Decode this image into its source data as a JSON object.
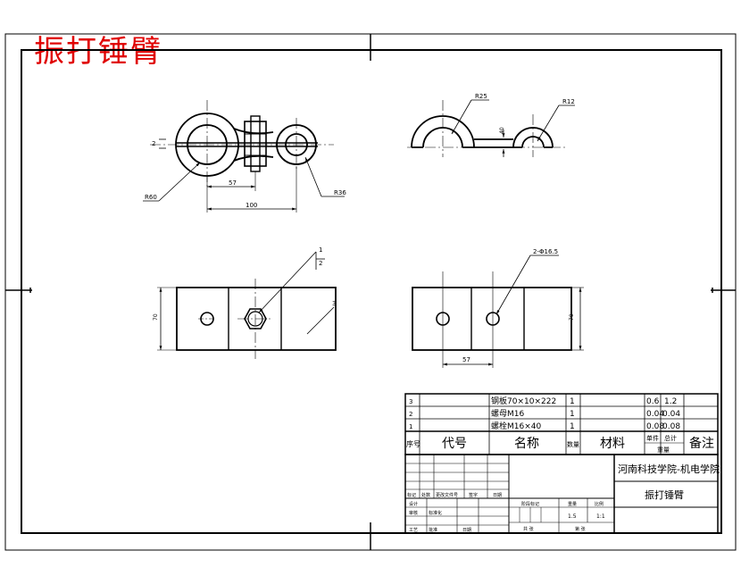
{
  "title": "振打锤臂",
  "dimensions": {
    "r60": "R60",
    "r36": "R36",
    "r25": "R25",
    "r12": "R12",
    "d57_top": "57",
    "d100": "100",
    "d2": "2",
    "d40": "40",
    "holes": "2-Φ16.5",
    "d70_left": "70",
    "d70_right": "70",
    "d57_bottom": "57"
  },
  "balloons": [
    "1",
    "2",
    "3"
  ],
  "bom": {
    "rows": [
      {
        "no": "3",
        "code": "",
        "name": "钢板70×10×222",
        "qty": "1",
        "material": "",
        "unit_wt": "0.6",
        "total_wt": "1.2"
      },
      {
        "no": "2",
        "code": "",
        "name": "螺母M16",
        "qty": "1",
        "material": "",
        "unit_wt": "0.04",
        "total_wt": "0.04"
      },
      {
        "no": "1",
        "code": "",
        "name": "螺栓M16×40",
        "qty": "1",
        "material": "",
        "unit_wt": "0.08",
        "total_wt": "0.08"
      }
    ],
    "headers": {
      "no": "序号",
      "code": "代号",
      "name": "名称",
      "qty": "数量",
      "material": "材料",
      "unit": "单件",
      "total": "总计",
      "weight": "重量",
      "remark": "备注"
    }
  },
  "title_block": {
    "school": "河南科技学院-机电学院",
    "drawing_name": "振打锤臂",
    "rev_headers": [
      "标记",
      "处数",
      "更改文件号",
      "签字",
      "日期"
    ],
    "sign_labels": [
      "设计",
      "审核",
      "工艺",
      "标准化",
      "批准",
      "日期"
    ],
    "stage_headers": [
      "阶段标记",
      "重量",
      "比例"
    ],
    "scale": "1:1",
    "weight": "1.5",
    "sheet_total": "共  张",
    "sheet_no": "第  张"
  }
}
